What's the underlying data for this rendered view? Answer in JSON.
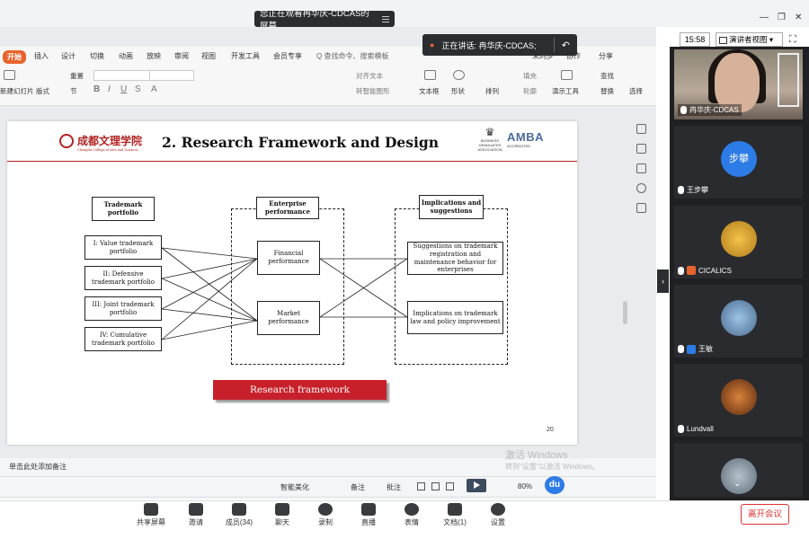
{
  "share_banner": "您正在观看冉华庆-CDCAS的屏幕",
  "speaker_popup": "正在讲话: 冉华庆-CDCAS;",
  "clock": "15:58",
  "view_mode": "演讲者视图",
  "ribbon_tabs": [
    "开始",
    "插入",
    "设计",
    "切换",
    "动画",
    "放映",
    "审阅",
    "视图",
    "开发工具",
    "会员专享"
  ],
  "ribbon_search": "Q 查找命令、搜索模板",
  "ribbon_right": [
    "未同步",
    "协作",
    "分享"
  ],
  "ribbon": {
    "new_slide": "新建幻灯片",
    "layout": "版式",
    "section": "节",
    "reset": "重置",
    "align_text": "对齐文本",
    "convert_smartart": "转智能图形",
    "textbox": "文本框",
    "shape": "形状",
    "arrange": "排列",
    "outline": "轮廓",
    "fill": "填充",
    "presentation_tools": "演示工具",
    "find": "查找",
    "replace": "替换",
    "select": "选择"
  },
  "slide": {
    "title": "2. Research Framework and Design",
    "logo_text": "成都文理学院",
    "logo_sub": "Chengdu College of Arts and Sciences",
    "crest_text": "BUSINESS GRADUATES ASSOCIATION",
    "amba": "AMBA",
    "amba_sub": "ACCREDITED",
    "col_headers": {
      "portfolio": "Trademark portfolio",
      "performance": "Enterprise performance",
      "implications": "Implications and suggestions"
    },
    "portfolios": [
      "I: Value trademark portfolio",
      "II: Defensive trademark portfolio",
      "III: Joint trademark portfolio",
      "IV: Cumulative trademark portfolio"
    ],
    "performances": [
      "Financial performance",
      "Market performance"
    ],
    "implications": [
      "Suggestions on trademark registration and maintenance behavior for enterprises",
      "Implications on trademark law and policy improvement"
    ],
    "banner": "Research  framework",
    "page_number": "20"
  },
  "notes_placeholder": "单击此处添加备注",
  "watermark": "激活 Windows",
  "watermark_sub": "转到\"设置\"以激活 Windows。",
  "status": {
    "smart_beautify": "智能美化",
    "notes": "备注",
    "comments": "批注",
    "zoom": "80%",
    "du": "du"
  },
  "participants": [
    {
      "name": "冉华庆-CDCAS",
      "type": "video"
    },
    {
      "name": "王步攀",
      "avatar_text": "步攀",
      "avatar_color": "#2d7be6"
    },
    {
      "name": "CICALICS"
    },
    {
      "name": "王敏"
    },
    {
      "name": "Lundvall"
    }
  ],
  "bottom_bar": [
    "共享屏幕",
    "邀请",
    "成员(34)",
    "聊天",
    "录制",
    "直播",
    "表情",
    "文档(1)",
    "设置"
  ],
  "leave_button": "离开会议"
}
